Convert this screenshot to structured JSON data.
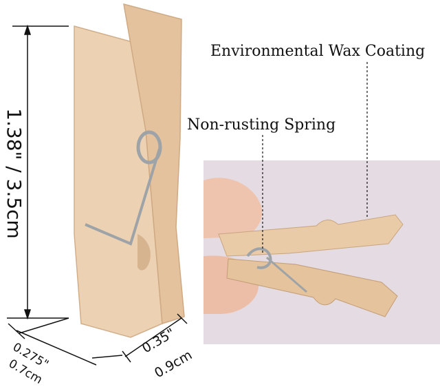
{
  "labels": {
    "coating": "Environmental Wax Coating",
    "spring": "Non-rusting Spring"
  },
  "dimensions": {
    "height": "1.38\" / 3.5cm",
    "width_in": "0.275\"",
    "width_cm": "0.7cm",
    "depth_in": "0.35\"",
    "depth_cm": "0.9cm"
  },
  "colors": {
    "wood": "#ecd2b3",
    "wood_shadow": "#d6b48f",
    "spring": "#9ea3a8",
    "photo_bg": "#e4dce2",
    "finger": "#efc4ae"
  }
}
